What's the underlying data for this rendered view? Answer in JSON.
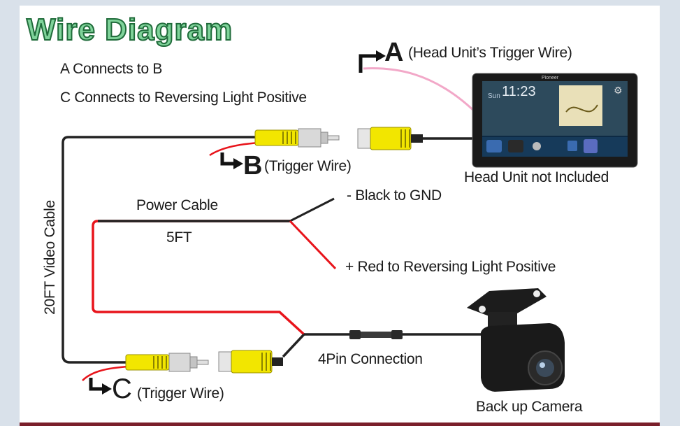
{
  "title": "Wire Diagram",
  "notes": {
    "a_to_b": "A Connects to B",
    "c_to_reverse": "C Connects to Reversing Light Positive"
  },
  "labels": {
    "a_letter": "A",
    "a_text": "(Head Unit’s Trigger Wire)",
    "b_letter": "B",
    "b_text": "(Trigger Wire)",
    "c_letter": "C",
    "c_text": "(Trigger Wire)",
    "head_unit": "Head Unit not Included",
    "black_gnd": "- Black to GND",
    "red_positive": "+ Red to Reversing Light Positive",
    "power_cable": "Power Cable",
    "power_length": "5FT",
    "video_cable": "20FT Video Cable",
    "four_pin": "4Pin Connection",
    "camera": "Back up Camera"
  },
  "head_unit_screen": {
    "time": "11:23",
    "brand": "Pioneer"
  },
  "colors": {
    "title_fill": "#7fd39a",
    "title_stroke": "#1f6b3a",
    "rca_yellow": "#f2e600",
    "power_red": "#e8141b",
    "trigger_pink": "#f2a8c8",
    "cable_black": "#222222"
  }
}
